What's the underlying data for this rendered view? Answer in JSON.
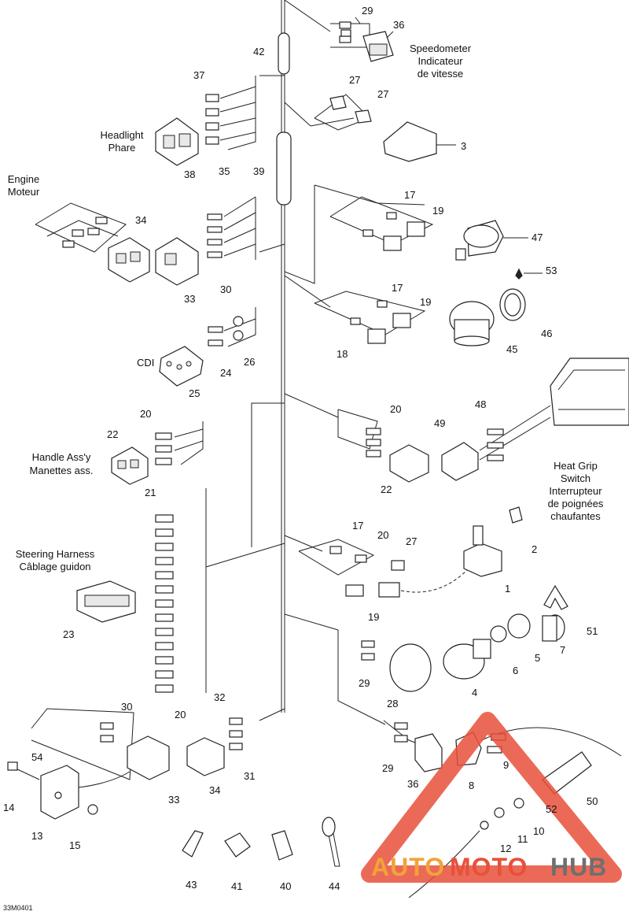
{
  "diagram_code": "33M0401",
  "labels": {
    "speedometer_en": "Speedometer",
    "speedometer_fr1": "Indicateur",
    "speedometer_fr2": "de vitesse",
    "headlight_en": "Headlight",
    "headlight_fr": "Phare",
    "engine_en": "Engine",
    "engine_fr": "Moteur",
    "cdi": "CDI",
    "handle_en": "Handle Ass'y",
    "handle_fr": "Manettes ass.",
    "heatgrip_1": "Heat Grip",
    "heatgrip_2": "Switch",
    "heatgrip_3": "Interrupteur",
    "heatgrip_4": "de poignées",
    "heatgrip_5": "chaufantes",
    "steering_en": "Steering Harness",
    "steering_fr": "Câblage guidon"
  },
  "watermark": {
    "part1": "AUTO",
    "part2": "MOTO",
    "part3": "HUB",
    "color_red": "#e8503a",
    "color_orange": "#f2a23a",
    "color_gray": "#6f6f6f"
  },
  "callouts": {
    "n1": "1",
    "n2": "2",
    "n3": "3",
    "n4": "4",
    "n5": "5",
    "n6": "6",
    "n7": "7",
    "n8": "8",
    "n9": "9",
    "n10": "10",
    "n11": "11",
    "n12": "12",
    "n13": "13",
    "n14": "14",
    "n15": "15",
    "n17a": "17",
    "n17b": "17",
    "n17c": "17",
    "n18": "18",
    "n19a": "19",
    "n19b": "19",
    "n19c": "19",
    "n20a": "20",
    "n20b": "20",
    "n20c": "20",
    "n20d": "20",
    "n21": "21",
    "n22a": "22",
    "n22b": "22",
    "n23": "23",
    "n24": "24",
    "n25": "25",
    "n26": "26",
    "n27a": "27",
    "n27b": "27",
    "n27c": "27",
    "n28": "28",
    "n29a": "29",
    "n29b": "29",
    "n29c": "29",
    "n30a": "30",
    "n30b": "30",
    "n31": "31",
    "n32": "32",
    "n33a": "33",
    "n33b": "33",
    "n34a": "34",
    "n34b": "34",
    "n35": "35",
    "n36a": "36",
    "n36b": "36",
    "n37": "37",
    "n38": "38",
    "n39": "39",
    "n40": "40",
    "n41": "41",
    "n42": "42",
    "n43": "43",
    "n44": "44",
    "n45": "45",
    "n46": "46",
    "n47": "47",
    "n48": "48",
    "n49": "49",
    "n50": "50",
    "n51": "51",
    "n52": "52",
    "n53": "53",
    "n54": "54"
  }
}
